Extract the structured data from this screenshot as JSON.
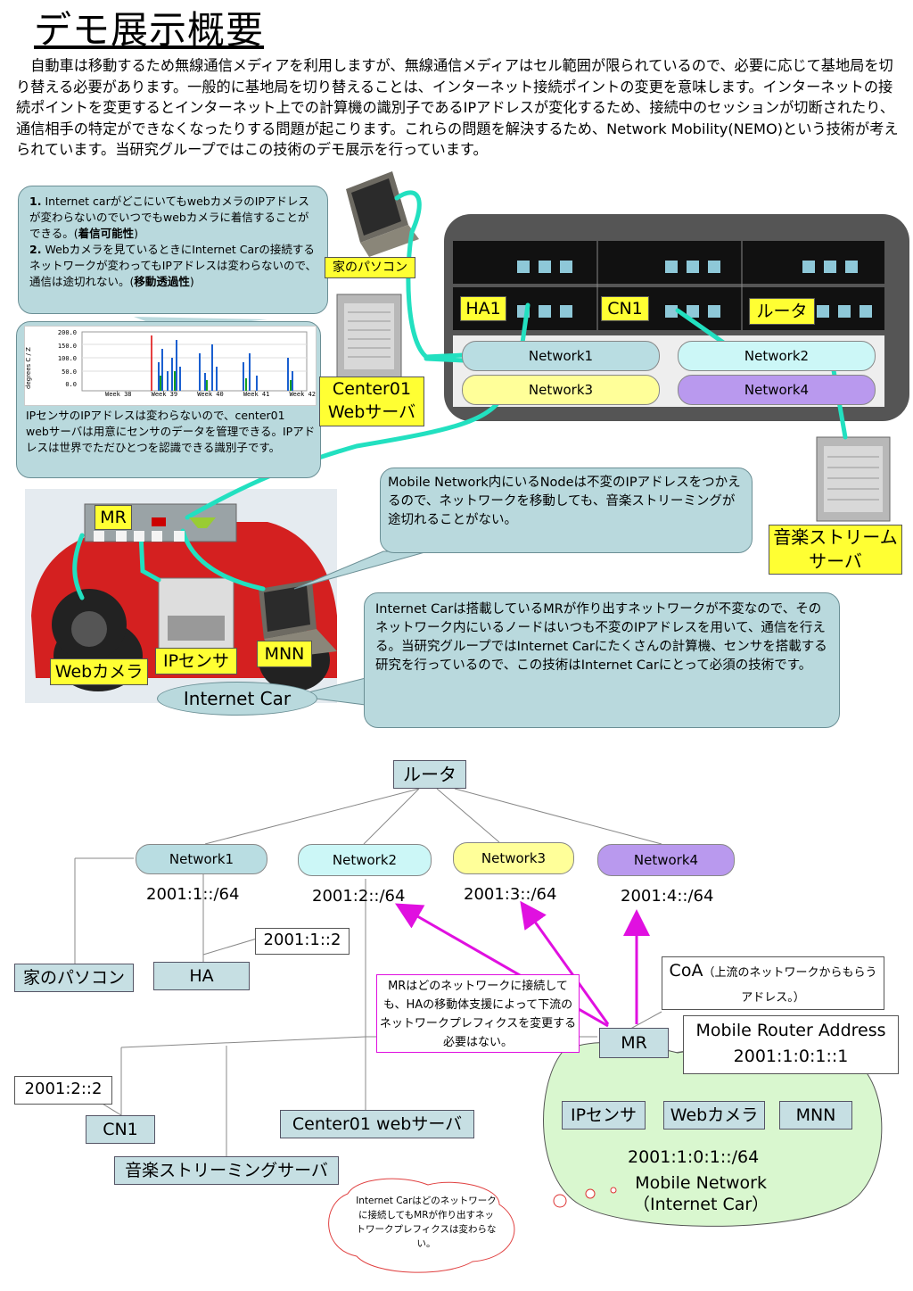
{
  "title": "デモ展示概要",
  "intro": "自動車は移動するため無線通信メディアを利用しますが、無線通信メディアはセル範囲が限られているので、必要に応じて基地局を切り替える必要があります。一般的に基地局を切り替えることは、インターネット接続ポイントの変更を意味します。インターネットの接続ポイントを変更するとインターネット上での計算機の識別子であるIPアドレスが変化するため、接続中のセッションが切断されたり、通信相手の特定ができなくなったりする問題が起こります。これらの問題を解決するため、Network Mobility(NEMO)という技術が考えられています。当研究グループではこの技術のデモ展示を行っています。",
  "bubble1": {
    "item1_num": "1.",
    "item1_text": "Internet carがどこにいてもwebカメラのIPアドレスが変わらないのでいつでもwebカメラに着信することができる。(",
    "item1_bold": "着信可能性",
    "item1_end": ")",
    "item2_num": "2.",
    "item2_text": "Webカメラを見ているときにInternet Carの接続するネットワークが変わってもIPアドレスは変わらないので、通信は途切れない。(",
    "item2_bold": "移動透過性",
    "item2_end": ")"
  },
  "sensor_chart": {
    "y_ticks": [
      "200.0",
      "150.0",
      "100.0",
      "50.0",
      "0.0"
    ],
    "y_label": "degrees C / Z",
    "x_ticks": [
      "Week 38",
      "Week 39",
      "Week 40",
      "Week 41",
      "Week 42"
    ],
    "caption": "IPセンサのIPアドレスは変わらないので、center01　webサーバは用意にセンサのデータを管理できる。IPアドレスは世界でただひとつを認識できる識別子です。"
  },
  "top_labels": {
    "home_pc": "家のパソコン",
    "center01": "Center01",
    "web_server": "Webサーバ",
    "ha1": "HA1",
    "cn1": "CN1",
    "router": "ルータ",
    "music_server_1": "音楽ストリーム",
    "music_server_2": "サーバ",
    "mr": "MR",
    "webcam": "Webカメラ",
    "ip_sensor": "IPセンサ",
    "mnn": "MNN",
    "internet_car": "Internet Car"
  },
  "networks": {
    "n1": "Network1",
    "n2": "Network2",
    "n3": "Network3",
    "n4": "Network4"
  },
  "bubble_mobile": "Mobile Network内にいるNodeは不変のIPアドレスをつかえるので、ネットワークを移動しても、音楽ストリーミングが途切れることがない。",
  "bubble_car": "Internet Carは搭載しているMRが作り出すネットワークが不変なので、そのネットワーク内にいるノードはいつも不変のIPアドレスを用いて、通信を行える。当研究グループではInternet Carにたくさんの計算機、センサを搭載する研究を行っているので、この技術はInternet Carにとって必須の技術です。",
  "diagram": {
    "router": "ルータ",
    "n1": "Network1",
    "n2": "Network2",
    "n3": "Network3",
    "n4": "Network4",
    "p1": "2001:1::/64",
    "p2": "2001:2::/64",
    "p3": "2001:3::/64",
    "p4": "2001:4::/64",
    "ha_addr": "2001:1::2",
    "home_pc": "家のパソコン",
    "ha": "HA",
    "mr_note": "MRはどのネットワークに接続しても、HAの移動体支援によって下流のネットワークプレフィクスを変更する必要はない。",
    "coa_main": "CoA",
    "coa_sub": "（上流のネットワークからもらうアドレス。）",
    "mr_addr_title": "Mobile Router Address",
    "mr_addr": "2001:1:0:1::1",
    "mr": "MR",
    "cn1_addr": "2001:2::2",
    "cn1": "CN1",
    "center01": "Center01 webサーバ",
    "music": "音楽ストリーミングサーバ",
    "ip_sensor": "IPセンサ",
    "webcam": "Webカメラ",
    "mnn": "MNN",
    "mobile_prefix": "2001:1:0:1::/64",
    "mobile_net_1": "Mobile Network",
    "mobile_net_2": "（Internet Car）",
    "cloud_note": "Internet Carはどのネットワークに接続してもMRが作り出すネットワークプレフィクスは変わらない。"
  }
}
